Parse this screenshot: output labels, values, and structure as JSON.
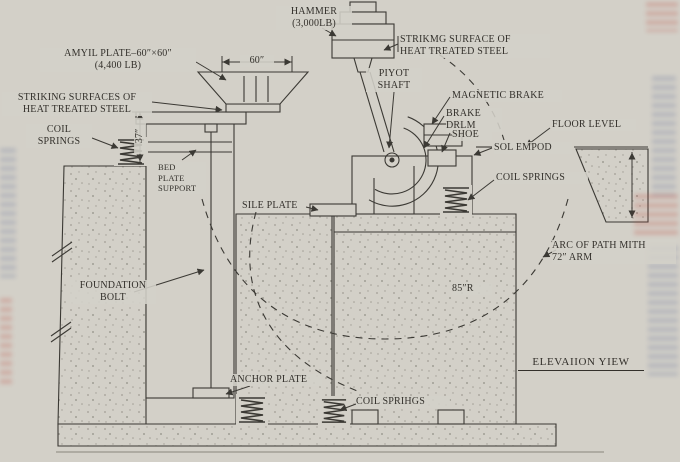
{
  "colors": {
    "paper": "#d3d0c8",
    "ink": "#3b3934"
  },
  "labels": {
    "hammer": "HAMMER\n(3,000LB)",
    "striking_surface_right": "STRIKMG SURFACE OF\nHEAT TREATED STEEL",
    "anvil_plate": "AMYIL PLATE–60″×60″\n(4,400 LB)",
    "striking_surfaces_left": "STRIKING SURFACES OF\nHEAT TREATED STEEL",
    "pivot_shaft": "PIYOT\nSHAFT",
    "magnetic_brake": "MAGNETIC BRAKE",
    "brake_drum": "BRAKE\nDRLM",
    "shoe": "SHOE",
    "floor_level": "FLOOR LEVEL",
    "coil_springs_left": "COIL\nSPRINGS",
    "solenoid": "SOL EMPOD",
    "bed_plate_support": "BED\nPLATE\nSUPPORT",
    "coil_springs_right": "COIL SPRINGS",
    "sole_plate": "SILE PLATE",
    "arc_of_path": "ARC OF PATH MITH\n72″ ARM",
    "foundation_bolt": "FOUNDATION\nBOLT",
    "radius_85": "85″R",
    "anchor_plate": "ANCHOR PLATE",
    "coil_springs_bottom": "COIL SPRIHGS",
    "view_title": "ELEVAIION YIEW"
  },
  "dimensions": {
    "anvil_width": "60″",
    "anvil_height": "37″"
  }
}
